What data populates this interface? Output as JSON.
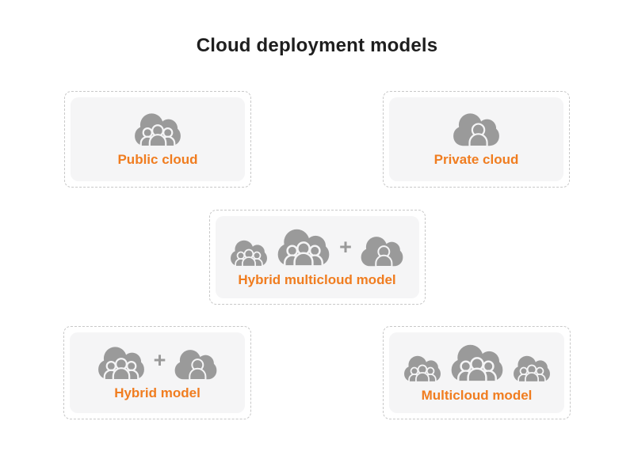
{
  "page": {
    "title": "Cloud deployment models"
  },
  "colors": {
    "label_orange": "#F07D20",
    "icon_gray": "#9A9A9A",
    "card_background": "#F5F5F6",
    "dashed_border": "#C8C8C8",
    "title_text": "#1E1E1E",
    "page_bg": "#FFFFFF"
  },
  "glyphs": {
    "plus": "+"
  },
  "cards": [
    {
      "id": "public-cloud",
      "label": "Public cloud",
      "icons": [
        {
          "name": "cloud-group-icon",
          "size": "md"
        }
      ]
    },
    {
      "id": "private-cloud",
      "label": "Private cloud",
      "icons": [
        {
          "name": "cloud-person-icon",
          "size": "md"
        }
      ]
    },
    {
      "id": "hybrid-multicloud-model",
      "label": "Hybrid multicloud model",
      "icons": [
        {
          "name": "cloud-group-icon",
          "size": "sm"
        },
        {
          "name": "cloud-group-icon",
          "size": "lg"
        },
        {
          "name": "plus-icon",
          "size": "plus"
        },
        {
          "name": "cloud-person-icon",
          "size": "mdsm"
        }
      ]
    },
    {
      "id": "hybrid-model",
      "label": "Hybrid model",
      "icons": [
        {
          "name": "cloud-group-icon",
          "size": "md"
        },
        {
          "name": "plus-icon",
          "size": "plus"
        },
        {
          "name": "cloud-person-icon",
          "size": "mdsm"
        }
      ]
    },
    {
      "id": "multicloud-model",
      "label": "Multicloud model",
      "icons": [
        {
          "name": "cloud-group-icon",
          "size": "sm"
        },
        {
          "name": "cloud-group-icon",
          "size": "lg"
        },
        {
          "name": "cloud-group-icon",
          "size": "sm"
        }
      ]
    }
  ]
}
